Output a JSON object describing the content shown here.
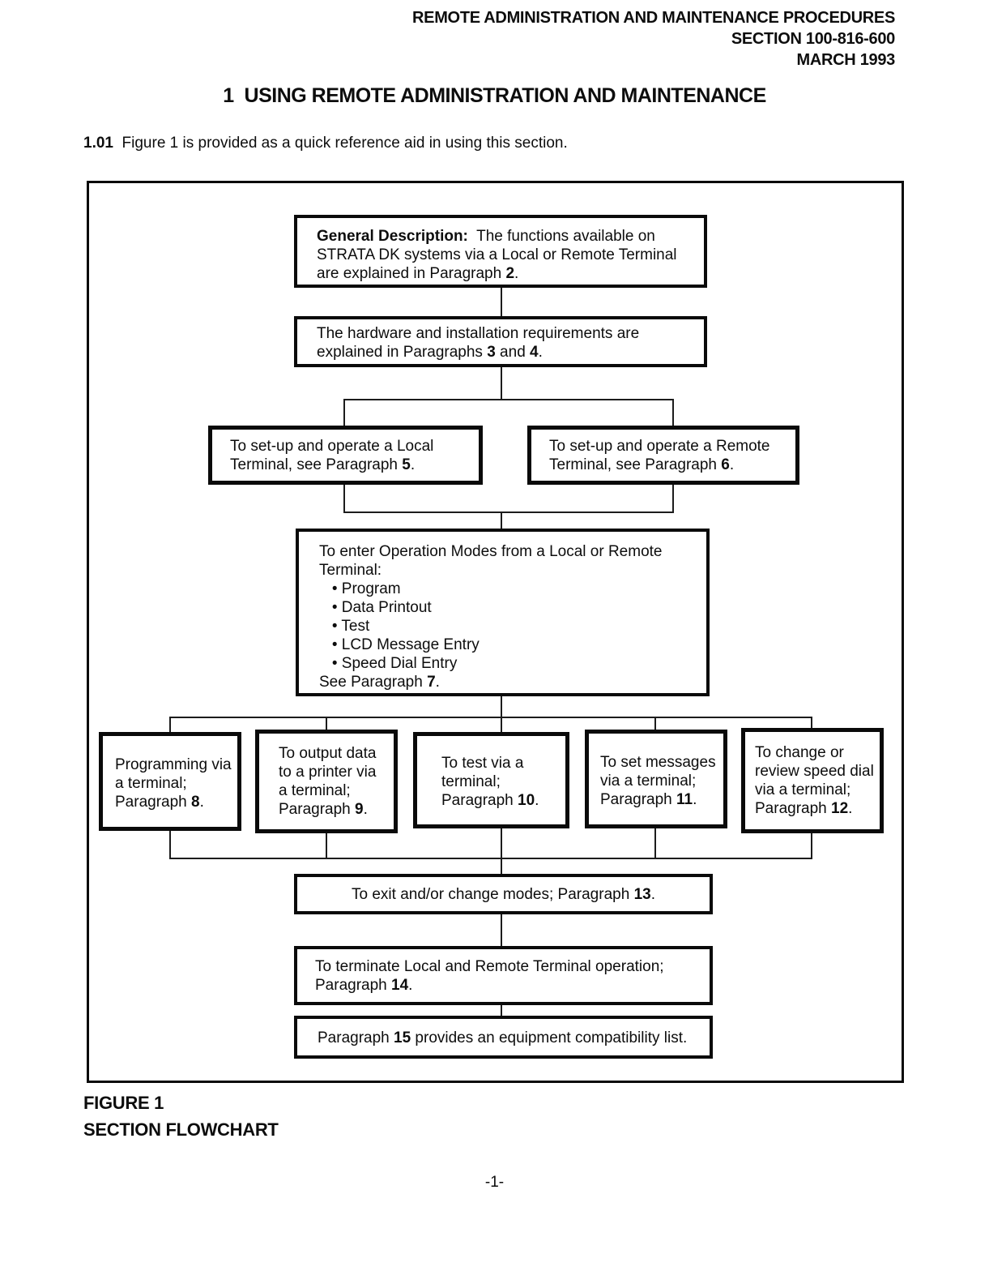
{
  "header": {
    "lines": [
      "REMOTE ADMINISTRATION AND MAINTENANCE PROCEDURES",
      "SECTION 100-816-600",
      "MARCH 1993"
    ]
  },
  "title": {
    "lines": [
      [
        {
          "t": "1",
          "b": true
        },
        {
          "t": "  ",
          "b": false
        },
        {
          "t": "USING REMOTE ADMINISTRATION AND MAINTENANCE",
          "b": true
        }
      ]
    ]
  },
  "intro": {
    "lines": [
      [
        {
          "t": "1.01",
          "b": true
        },
        {
          "t": "  Figure 1 is provided as a quick reference aid in using this section.",
          "b": false
        }
      ]
    ]
  },
  "flowchart": {
    "general": {
      "lines": [
        [
          {
            "t": "General Description:",
            "b": true
          },
          {
            "t": "  The functions available on",
            "b": false
          }
        ],
        [
          {
            "t": "STRATA DK systems via a Local or Remote Terminal",
            "b": false
          }
        ],
        [
          {
            "t": "are explained in Paragraph ",
            "b": false
          },
          {
            "t": "2",
            "b": true
          },
          {
            "t": ".",
            "b": false
          }
        ]
      ]
    },
    "hardware": {
      "lines": [
        [
          {
            "t": "The hardware and installation requirements are",
            "b": false
          }
        ],
        [
          {
            "t": "explained in Paragraphs ",
            "b": false
          },
          {
            "t": "3",
            "b": true
          },
          {
            "t": " and ",
            "b": false
          },
          {
            "t": "4",
            "b": true
          },
          {
            "t": ".",
            "b": false
          }
        ]
      ]
    },
    "local_terminal": {
      "lines": [
        [
          {
            "t": "To set-up and operate a Local",
            "b": false
          }
        ],
        [
          {
            "t": "Terminal, see Paragraph ",
            "b": false
          },
          {
            "t": "5",
            "b": true
          },
          {
            "t": ".",
            "b": false
          }
        ]
      ]
    },
    "remote_terminal": {
      "lines": [
        [
          {
            "t": "To set-up and operate a Remote",
            "b": false
          }
        ],
        [
          {
            "t": "Terminal, see Paragraph ",
            "b": false
          },
          {
            "t": "6",
            "b": true
          },
          {
            "t": ".",
            "b": false
          }
        ]
      ]
    },
    "operation_modes": {
      "lines": [
        [
          {
            "t": "To enter Operation Modes from a Local or Remote",
            "b": false
          }
        ],
        [
          {
            "t": "Terminal:",
            "b": false
          }
        ],
        [
          {
            "t": "   • Program",
            "b": false
          }
        ],
        [
          {
            "t": "   • Data Printout",
            "b": false
          }
        ],
        [
          {
            "t": "   • Test",
            "b": false
          }
        ],
        [
          {
            "t": "   • LCD Message Entry",
            "b": false
          }
        ],
        [
          {
            "t": "   • Speed Dial Entry",
            "b": false
          }
        ],
        [
          {
            "t": "See Paragraph ",
            "b": false
          },
          {
            "t": "7",
            "b": true
          },
          {
            "t": ".",
            "b": false
          }
        ]
      ]
    },
    "programming": {
      "lines": [
        [
          {
            "t": "Programming via",
            "b": false
          }
        ],
        [
          {
            "t": "a terminal;",
            "b": false
          }
        ],
        [
          {
            "t": "Paragraph ",
            "b": false
          },
          {
            "t": "8",
            "b": true
          },
          {
            "t": ".",
            "b": false
          }
        ]
      ]
    },
    "output_data": {
      "lines": [
        [
          {
            "t": "To output data",
            "b": false
          }
        ],
        [
          {
            "t": "to a printer via",
            "b": false
          }
        ],
        [
          {
            "t": "a terminal;",
            "b": false
          }
        ],
        [
          {
            "t": "Paragraph ",
            "b": false
          },
          {
            "t": "9",
            "b": true
          },
          {
            "t": ".",
            "b": false
          }
        ]
      ]
    },
    "test": {
      "lines": [
        [
          {
            "t": "To test via a",
            "b": false
          }
        ],
        [
          {
            "t": "terminal;",
            "b": false
          }
        ],
        [
          {
            "t": "Paragraph ",
            "b": false
          },
          {
            "t": "10",
            "b": true
          },
          {
            "t": ".",
            "b": false
          }
        ]
      ]
    },
    "set_messages": {
      "lines": [
        [
          {
            "t": "To set messages",
            "b": false
          }
        ],
        [
          {
            "t": "via a terminal;",
            "b": false
          }
        ],
        [
          {
            "t": "Paragraph ",
            "b": false
          },
          {
            "t": "11",
            "b": true
          },
          {
            "t": ".",
            "b": false
          }
        ]
      ]
    },
    "speed_dial": {
      "lines": [
        [
          {
            "t": "To change or",
            "b": false
          }
        ],
        [
          {
            "t": "review speed dial",
            "b": false
          }
        ],
        [
          {
            "t": "via a terminal;",
            "b": false
          }
        ],
        [
          {
            "t": "Paragraph ",
            "b": false
          },
          {
            "t": "12",
            "b": true
          },
          {
            "t": ".",
            "b": false
          }
        ]
      ]
    },
    "exit_modes": {
      "lines": [
        [
          {
            "t": "To exit and/or change modes; Paragraph ",
            "b": false
          },
          {
            "t": "13",
            "b": true
          },
          {
            "t": ".",
            "b": false
          }
        ]
      ]
    },
    "terminate": {
      "lines": [
        [
          {
            "t": "To terminate Local and Remote Terminal operation;",
            "b": false
          }
        ],
        [
          {
            "t": "Paragraph ",
            "b": false
          },
          {
            "t": "14",
            "b": true
          },
          {
            "t": ".",
            "b": false
          }
        ]
      ]
    },
    "compatibility": {
      "lines": [
        [
          {
            "t": "Paragraph ",
            "b": false
          },
          {
            "t": "15",
            "b": true
          },
          {
            "t": " provides an equipment compatibility list.",
            "b": false
          }
        ]
      ]
    }
  },
  "caption": {
    "lines": [
      "FIGURE 1",
      "SECTION FLOWCHART"
    ]
  },
  "footer": {
    "page_number": "-1-"
  }
}
